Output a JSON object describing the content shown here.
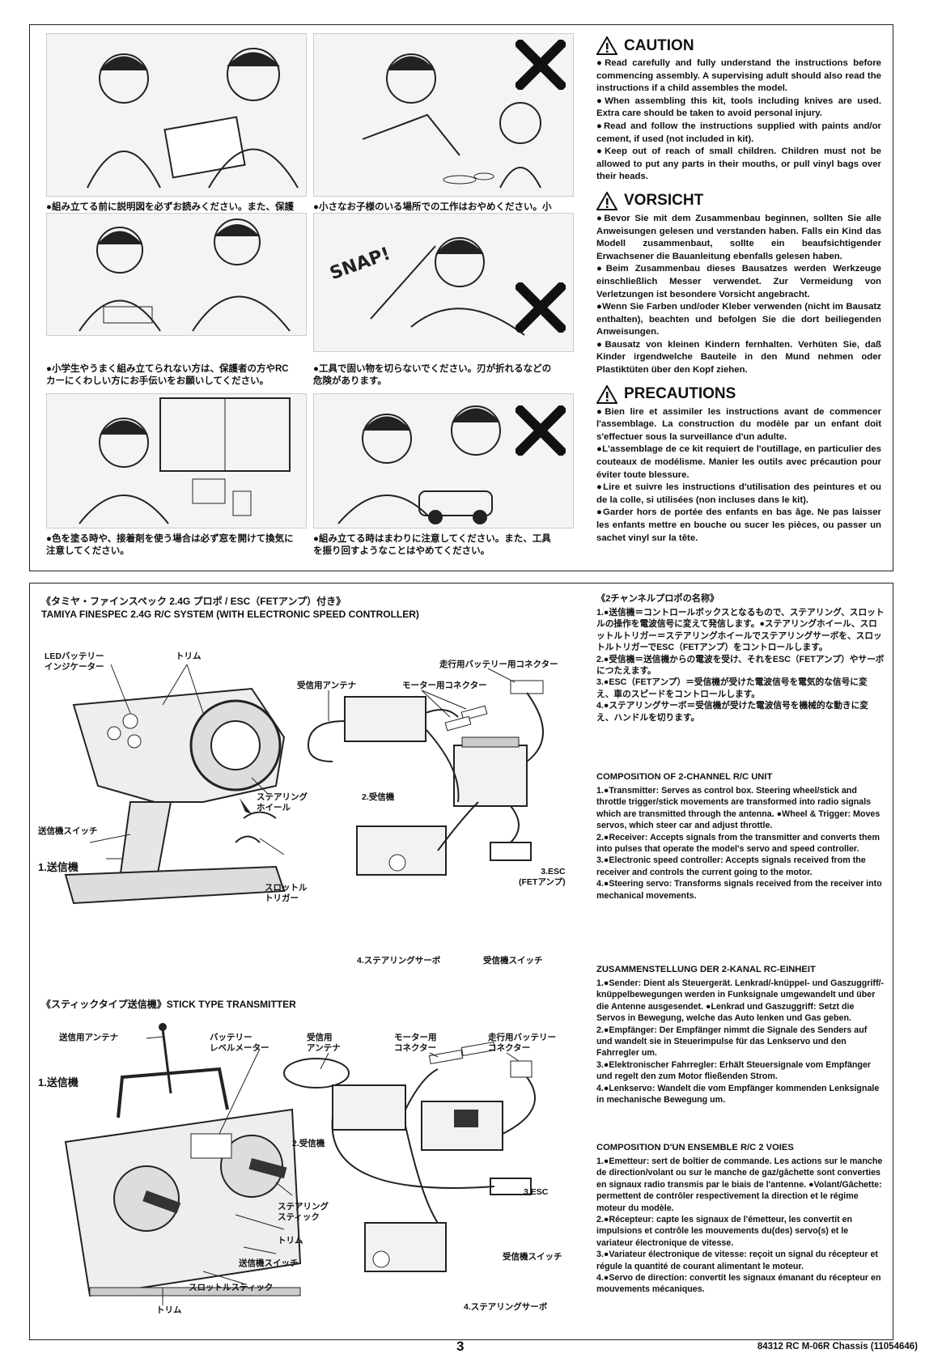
{
  "caution": {
    "heading": "CAUTION",
    "items": [
      "●Read carefully and fully understand the instructions before commencing assembly. A supervising adult should also read the instructions if a child assembles the model.",
      "●When assembling this kit, tools including knives are used. Extra care should be taken to avoid personal injury.",
      "●Read and follow the instructions supplied with paints and/or cement, if used (not included in kit).",
      "●Keep out of reach of small children. Children must not be allowed to put any parts in their mouths, or pull vinyl bags over their heads."
    ]
  },
  "vorsicht": {
    "heading": "VORSICHT",
    "items": [
      "●Bevor Sie mit dem Zusammenbau beginnen, sollten Sie alle Anweisungen gelesen und verstanden haben. Falls ein Kind das Modell zusammenbaut, sollte ein beaufsichtigender Erwachsener die Bauanleitung ebenfalls gelesen haben.",
      "●Beim Zusammenbau dieses Bausatzes werden Werkzeuge einschließlich Messer verwendet. Zur Vermeidung von Verletzungen ist besondere Vorsicht angebracht.",
      "●Wenn Sie Farben und/oder Kleber verwenden (nicht im Bausatz enthalten), beachten und befolgen Sie die dort beiliegenden Anweisungen.",
      "●Bausatz von kleinen Kindern fernhalten. Verhüten Sie, daß Kinder irgendwelche Bauteile in den Mund nehmen oder Plastiktüten über den Kopf ziehen."
    ]
  },
  "precautions": {
    "heading": "PRECAUTIONS",
    "items": [
      "●Bien lire et assimiler les instructions avant de commencer l'assemblage. La construction du modèle par un enfant doit s'effectuer sous la surveillance d'un adulte.",
      "●L'assemblage de ce kit requiert de l'outillage, en particulier des couteaux de modélisme. Manier les outils avec précaution pour éviter toute blessure.",
      "●Lire et suivre les instructions d'utilisation des peintures et ou de la colle, si utilisées (non incluses dans le kit).",
      "●Garder hors de portée des enfants en bas âge. Ne pas laisser les enfants mettre en bouche ou sucer les pièces, ou passer un sachet vinyl sur la tête."
    ]
  },
  "jp_captions": {
    "c1": "●組み立てる前に説明図を必ずお読みください。また、保護者の方もお読みください。",
    "c2": "●小さなお子様のいる場所での工作はおやめください。小さな部品やビニール袋を口に入れたりする危険があります。",
    "c3": "●小学生やうまく組み立てられない方は、保護者の方やRCカーにくわしい方にお手伝いをお願いしてください。",
    "c4": "●工具で固い物を切らないでください。刃が折れるなどの危険があります。",
    "c5": "●色を塗る時や、接着剤を使う場合は必ず窓を開けて換気に注意してください。",
    "c6": "●組み立てる時はまわりに注意してください。また、工具を振り回すようなことはやめてください。"
  },
  "snap_text": "SNAP!",
  "system": {
    "title_jp": "《タミヤ・ファインスペック 2.4G プロポ / ESC（FETアンプ）付き》",
    "title_en": "TAMIYA FINESPEC 2.4G R/C SYSTEM (WITH ELECTRONIC SPEED CONTROLLER)",
    "labels": {
      "led": "LEDバッテリー\nインジケーター",
      "trim": "トリム",
      "battery_connector": "走行用バッテリー用コネクター",
      "rx_antenna": "受信用アンテナ",
      "motor_connector": "モーター用コネクター",
      "steering_wheel": "ステアリング\nホイール",
      "tx_switch": "送信機スイッチ",
      "tx": "1.送信機",
      "rx": "2.受信機",
      "esc": "3.ESC\n(FETアンプ)",
      "throttle_trigger": "スロットル\nトリガー",
      "servo": "4.ステアリングサーボ",
      "rx_switch": "受信機スイッチ"
    }
  },
  "stick": {
    "title": "《スティックタイプ送信機》STICK TYPE TRANSMITTER",
    "labels": {
      "tx_antenna": "送信用アンテナ",
      "battery_meter": "バッテリー\nレベルメーター",
      "rx_antenna": "受信用\nアンテナ",
      "motor_connector": "モーター用\nコネクター",
      "battery_connector": "走行用バッテリー\nコネクター",
      "tx": "1.送信機",
      "rx": "2.受信機",
      "esc": "3.ESC",
      "steering_stick": "ステアリング\nスティック",
      "trim": "トリム",
      "tx_switch": "送信機スイッチ",
      "throttle_stick": "スロットルスティック",
      "trim2": "トリム",
      "rx_switch": "受信機スイッチ",
      "servo": "4.ステアリングサーボ"
    }
  },
  "names_jp": {
    "heading": "《2チャンネルプロポの名称》",
    "items": [
      "1.●送信機＝コントロールボックスとなるもので、ステアリング、スロットルの操作を電波信号に変えて発信します。●ステアリングホイール、スロットルトリガー＝ステアリングホイールでステアリングサーボを、スロットルトリガーでESC（FETアンプ）をコントロールします。",
      "2.●受信機＝送信機からの電波を受け、それをESC（FETアンプ）やサーボにつたえます。",
      "3.●ESC（FETアンプ）＝受信機が受けた電波信号を電気的な信号に変え、車のスピードをコントロールします。",
      "4.●ステアリングサーボ＝受信機が受けた電波信号を機械的な動きに変え、ハンドルを切ります。"
    ]
  },
  "comp_en": {
    "heading": "COMPOSITION OF 2-CHANNEL R/C UNIT",
    "items": [
      "1.●Transmitter: Serves as control box. Steering wheel/stick and throttle trigger/stick movements are transformed into radio signals which are transmitted through the antenna. ●Wheel & Trigger: Moves servos, which steer car and adjust throttle.",
      "2.●Receiver: Accepts signals from the transmitter and converts them into pulses that operate the model's servo and speed controller.",
      "3.●Electronic speed controller: Accepts signals received from the receiver and controls the current going to the motor.",
      "4.●Steering servo: Transforms signals received from the receiver into mechanical movements."
    ]
  },
  "comp_de": {
    "heading": "ZUSAMMENSTELLUNG DER 2-KANAL RC-EINHEIT",
    "items": [
      "1.●Sender: Dient als Steuergerät. Lenkrad/-knüppel- und Gaszuggriff/- knüppelbewegungen werden in Funksignale umgewandelt und über die Antenne ausgesendet. ●Lenkrad und Gaszuggriff: Setzt die Servos in Bewegung, welche das Auto lenken und Gas geben.",
      "2.●Empfänger: Der Empfänger nimmt die Signale des Senders auf und wandelt sie in Steuerimpulse für das Lenkservo und den Fahrregler um.",
      "3.●Elektronischer Fahrregler: Erhält Steuersignale vom Empfänger und regelt den zum Motor fließenden Strom.",
      "4.●Lenkservo: Wandelt die vom Empfänger kommenden Lenksignale in mechanische Bewegung um."
    ]
  },
  "comp_fr": {
    "heading": "COMPOSITION D'UN ENSEMBLE R/C 2 VOIES",
    "items": [
      "1.●Emetteur: sert de boîtier de commande. Les actions sur le manche de direction/volant ou sur le manche de gaz/gâchette sont converties en signaux radio transmis par le biais de l'antenne. ●Volant/Gâchette: permettent de contrôler respectivement la direction et le régime moteur du modèle.",
      "2.●Récepteur: capte les signaux de l'émetteur, les convertit en impulsions et contrôle les mouvements du(des) servo(s) et le variateur électronique de vitesse.",
      "3.●Variateur électronique de vitesse: reçoit un signal du récepteur et régule la quantité de courant alimentant le moteur.",
      "4.●Servo de direction: convertit les signaux émanant du récepteur en mouvements mécaniques."
    ]
  },
  "footer": {
    "page": "3",
    "code": "84312 RC M-06R Chassis (11054646)"
  }
}
